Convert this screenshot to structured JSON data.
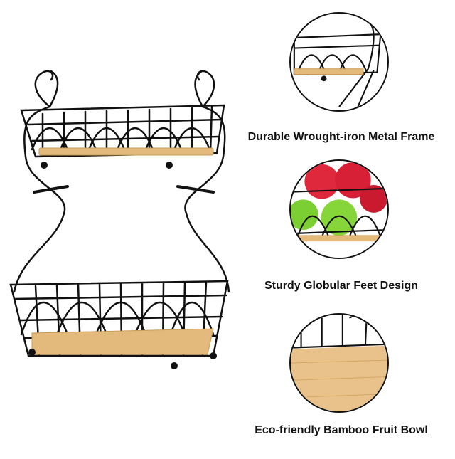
{
  "features": [
    {
      "caption": "Durable Wrought-iron Metal Frame"
    },
    {
      "caption": "Sturdy Globular Feet Design"
    },
    {
      "caption": "Eco-friendly Bamboo Fruit Bowl"
    }
  ],
  "colors": {
    "wire": "#111111",
    "bamboo": "#e3b97c",
    "bamboo_dark": "#c99a55",
    "apple_red": "#e0283c",
    "apple_green": "#7ccf32"
  },
  "icons": [
    "basket-product-photo",
    "frame-closeup",
    "fruit-closeup",
    "bamboo-closeup"
  ]
}
